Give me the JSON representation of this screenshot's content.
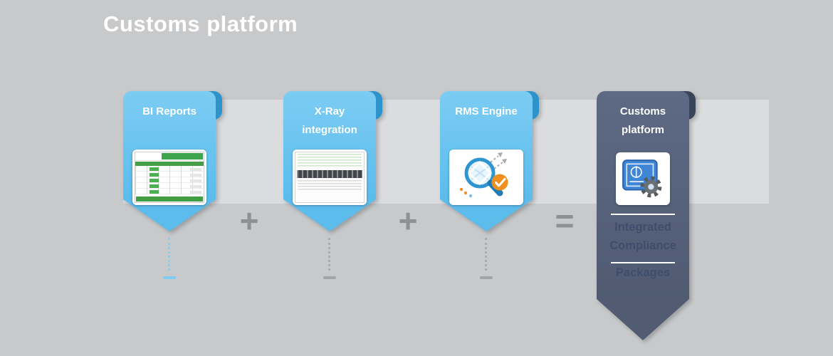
{
  "slide": {
    "title": "Customs platform"
  },
  "ribbons": [
    {
      "label": "BI Reports",
      "icon": "bi-report-table-thumbnail",
      "color": "#5cbcec"
    },
    {
      "label": "X-Ray integration",
      "icon": "xray-screenshot-thumbnail",
      "color": "#5cbcec"
    },
    {
      "label": "RMS Engine",
      "icon": "magnifier-check-icon",
      "color": "#5cbcec"
    },
    {
      "label": "Customs platform",
      "icon": "blueprint-gear-icon",
      "color": "#515c73",
      "result_lines": [
        "Integrated",
        "Compliance",
        "Packages"
      ]
    }
  ],
  "operators": [
    "+",
    "+",
    "="
  ],
  "colors": {
    "background": "#c8c9cb",
    "band": "#dbdcde",
    "ribbon_blue": "#5cbcec",
    "ribbon_blue_fold": "#2d93cb",
    "ribbon_dark": "#515c73",
    "ribbon_dark_fold": "#39435a",
    "title_text": "#ffffff",
    "result_text": "#3e4d6b",
    "operator_gray": "#8e9092",
    "dash_blue": "#7fccf1",
    "badge_orange": "#ef8f1f"
  }
}
